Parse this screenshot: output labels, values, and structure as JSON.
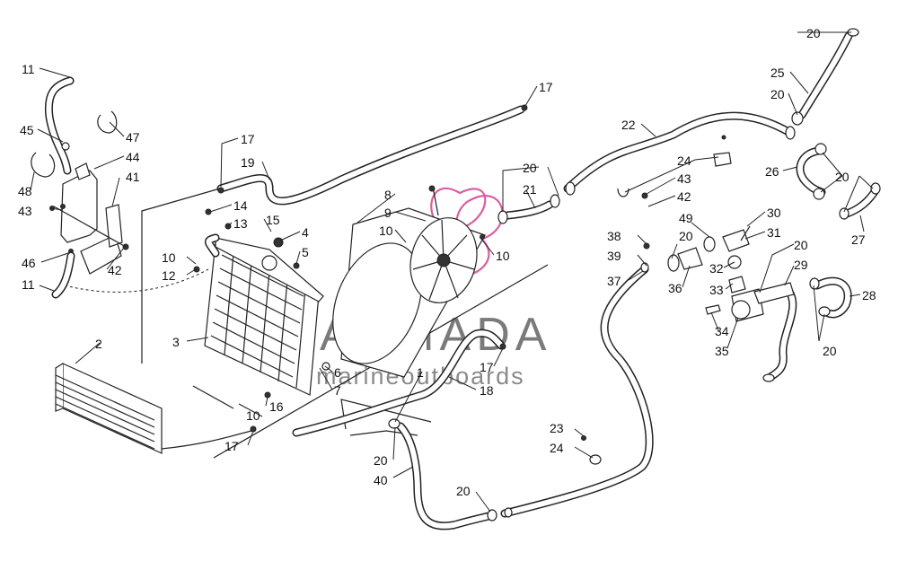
{
  "labels": {
    "l_11_top": "11",
    "l_11_bottom": "11",
    "l_45": "45",
    "l_47": "47",
    "l_44": "44",
    "l_41": "41",
    "l_48": "48",
    "l_43_left": "43",
    "l_46": "46",
    "l_42_left": "42",
    "l_2": "2",
    "l_17_top": "17",
    "l_19": "19",
    "l_14": "14",
    "l_13": "13",
    "l_15": "15",
    "l_4": "4",
    "l_5": "5",
    "l_10_a": "10",
    "l_12": "12",
    "l_3": "3",
    "l_6": "6",
    "l_7": "7",
    "l_10_b": "10",
    "l_16": "16",
    "l_17_bottom": "17",
    "l_8": "8",
    "l_9": "9",
    "l_10_c": "10",
    "l_10_d": "10",
    "l_1": "1",
    "l_17_mid": "17",
    "l_18": "18",
    "l_17_far": "17",
    "l_22": "22",
    "l_20_a": "20",
    "l_21": "21",
    "l_24_top": "24",
    "l_43_mid": "43",
    "l_42_mid": "42",
    "l_20_top": "20",
    "l_25": "25",
    "l_20_b": "20",
    "l_26": "26",
    "l_20_c": "20",
    "l_27": "27",
    "l_38": "38",
    "l_39": "39",
    "l_37": "37",
    "l_20_d": "20",
    "l_49": "49",
    "l_36": "36",
    "l_30": "30",
    "l_31": "31",
    "l_32": "32",
    "l_33": "33",
    "l_34": "34",
    "l_35": "35",
    "l_20_e": "20",
    "l_29": "29",
    "l_28": "28",
    "l_20_f": "20",
    "l_23": "23",
    "l_24_bottom": "24",
    "l_20_g": "20",
    "l_40": "40",
    "l_20_h": "20"
  },
  "watermark": {
    "title": "ARMADA",
    "subtitle": "marineoutboards"
  },
  "colors": {
    "line": "#222222",
    "logo_pink": "#d95fa0",
    "watermark_gray": "#7a7a7a"
  }
}
